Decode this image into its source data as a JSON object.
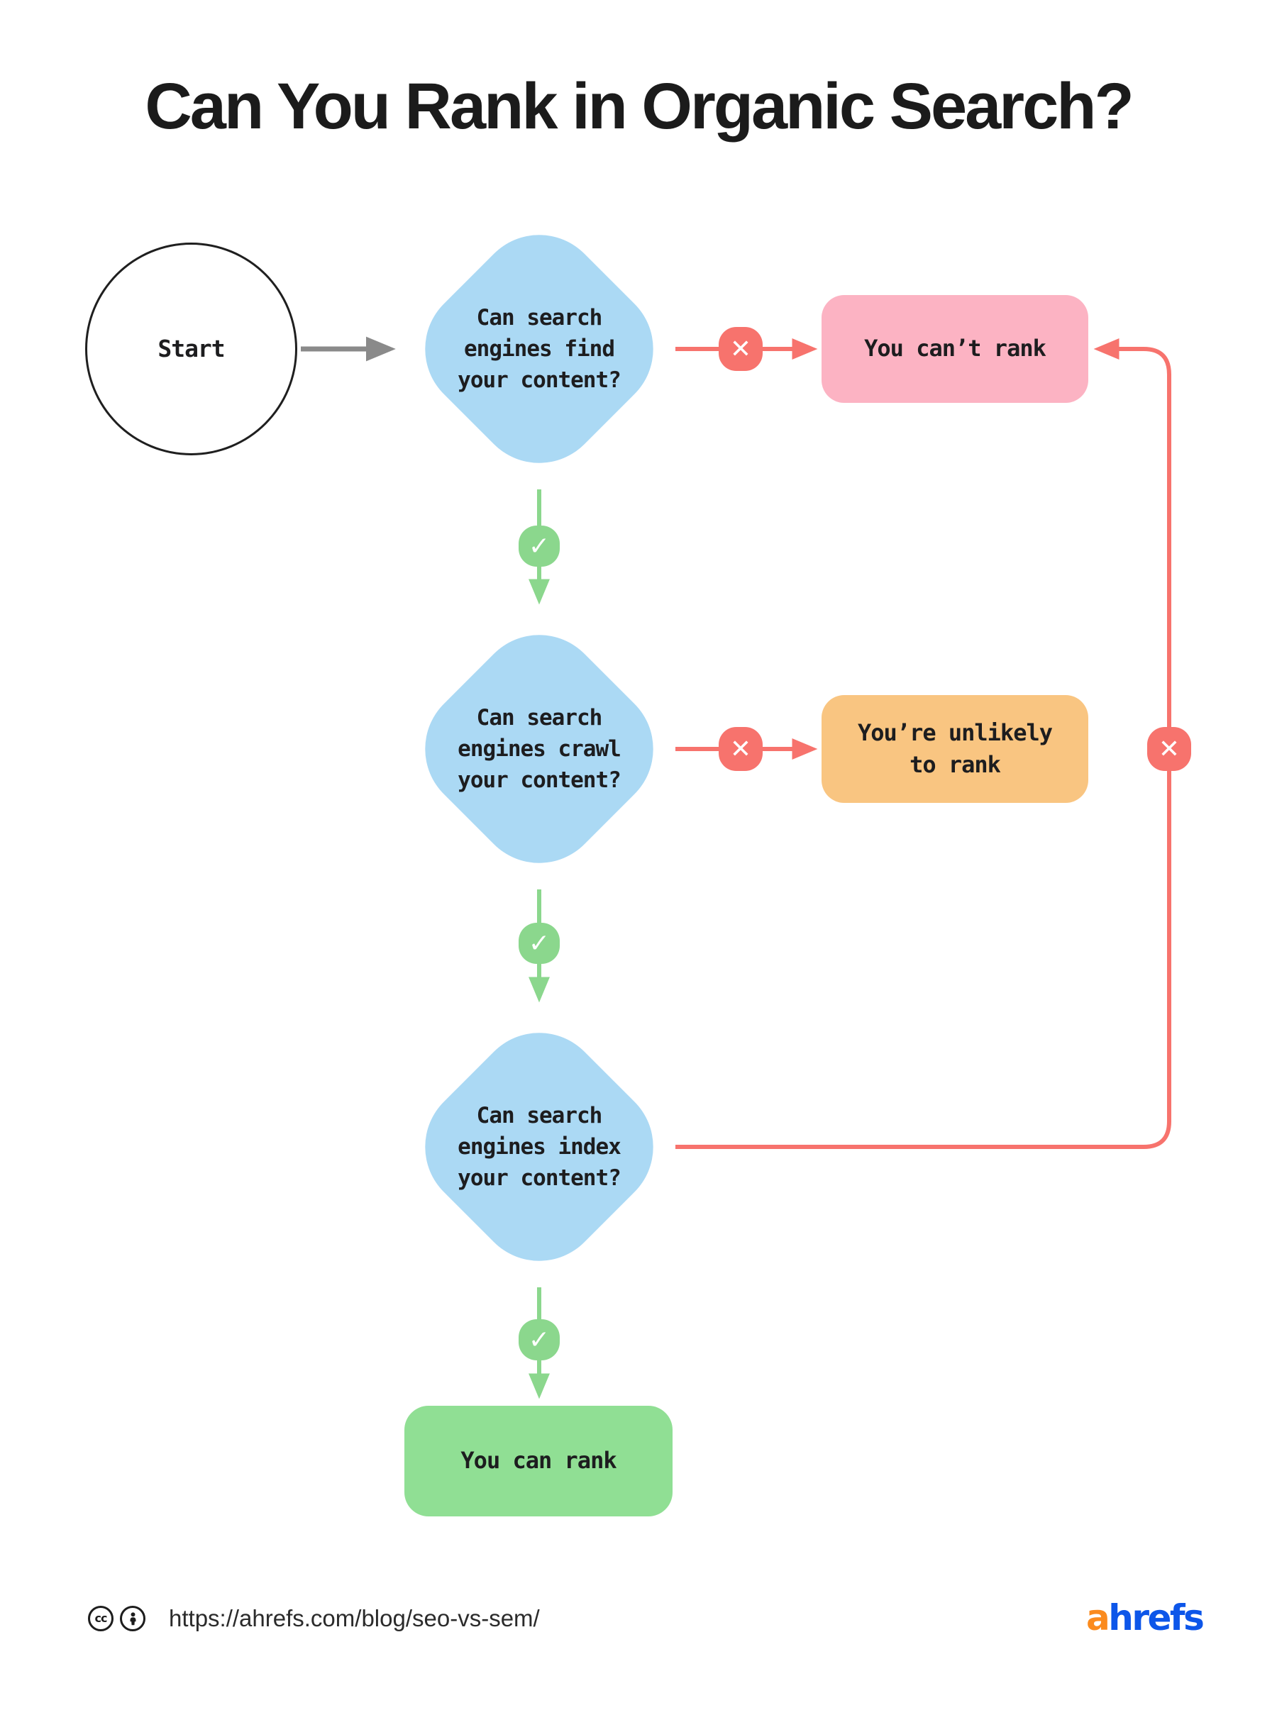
{
  "page": {
    "title": "Can You Rank in Organic Search?"
  },
  "colors": {
    "blue": "#ABD9F4",
    "pink": "#FCB3C3",
    "orange": "#F9C581",
    "green-box": "#90DF94",
    "green": "#8BD78D",
    "red": "#F7736D",
    "gray": "#8A8A8A",
    "logo-orange": "#FB8B1E",
    "logo-blue": "#0D56E9"
  },
  "flow": {
    "start": {
      "label": "Start"
    },
    "decisions": [
      {
        "label": "Can search\nengines find\nyour content?"
      },
      {
        "label": "Can search\nengines crawl\nyour content?"
      },
      {
        "label": "Can search\nengines index\nyour content?"
      }
    ],
    "outcomes": [
      {
        "label": "You can’t rank"
      },
      {
        "label": "You’re unlikely\nto rank"
      },
      {
        "label": "You can rank"
      }
    ],
    "badges": {
      "yes": "✓",
      "no": "✕"
    }
  },
  "footer": {
    "cc_label": "cc",
    "url": "https://ahrefs.com/blog/seo-vs-sem/",
    "logo_prefix": "a",
    "logo_suffix": "hrefs"
  }
}
